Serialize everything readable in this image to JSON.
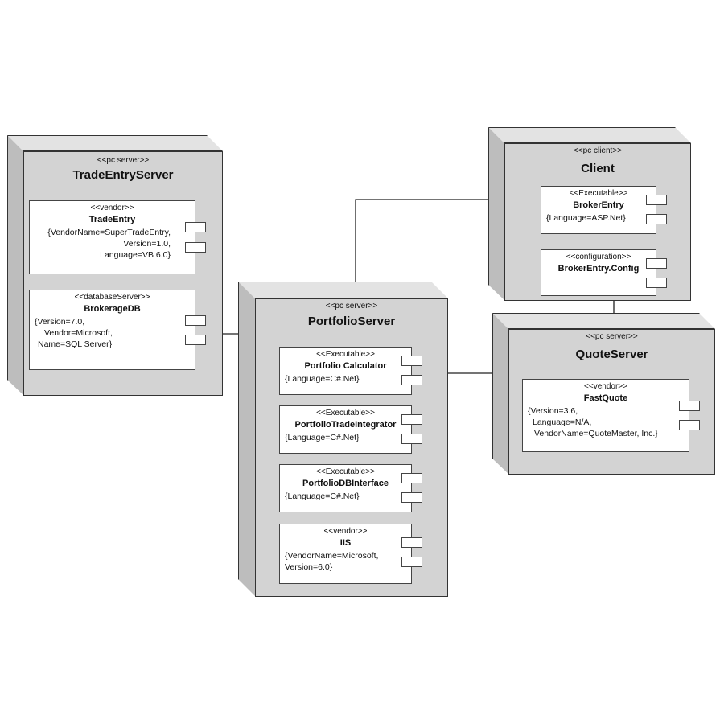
{
  "nodes": {
    "trade_entry_server": {
      "stereotype": "<<pc server>>",
      "name": "TradeEntryServer",
      "components": [
        {
          "stereotype": "<<vendor>>",
          "name": "TradeEntry",
          "props": [
            "{VendorName=SuperTradeEntry,",
            "Version=1.0,",
            "Language=VB 6.0}"
          ]
        },
        {
          "stereotype": "<<databaseServer>>",
          "name": "BrokerageDB",
          "props": [
            "{Version=7.0,",
            "Vendor=Microsoft,",
            "Name=SQL Server}"
          ]
        }
      ]
    },
    "portfolio_server": {
      "stereotype": "<<pc server>>",
      "name": "PortfolioServer",
      "components": [
        {
          "stereotype": "<<Executable>>",
          "name": "Portfolio Calculator",
          "props": [
            "{Language=C#.Net}"
          ]
        },
        {
          "stereotype": "<<Executable>>",
          "name": "PortfolioTradeIntegrator",
          "props": [
            "{Language=C#.Net}"
          ]
        },
        {
          "stereotype": "<<Executable>>",
          "name": "PortfolioDBInterface",
          "props": [
            "{Language=C#.Net}"
          ]
        },
        {
          "stereotype": "<<vendor>>",
          "name": "IIS",
          "props": [
            "{VendorName=Microsoft,",
            "Version=6.0}"
          ]
        }
      ]
    },
    "client": {
      "stereotype": "<<pc client>>",
      "name": "Client",
      "components": [
        {
          "stereotype": "<<Executable>>",
          "name": "BrokerEntry",
          "props": [
            "{Language=ASP.Net}"
          ]
        },
        {
          "stereotype": "<<configuration>>",
          "name": "BrokerEntry.Config",
          "props": []
        }
      ]
    },
    "quote_server": {
      "stereotype": "<<pc server>>",
      "name": "QuoteServer",
      "components": [
        {
          "stereotype": "<<vendor>>",
          "name": "FastQuote",
          "props": [
            "{Version=3.6,",
            "Language=N/A,",
            "VendorName=QuoteMaster, Inc.}"
          ]
        }
      ]
    }
  }
}
